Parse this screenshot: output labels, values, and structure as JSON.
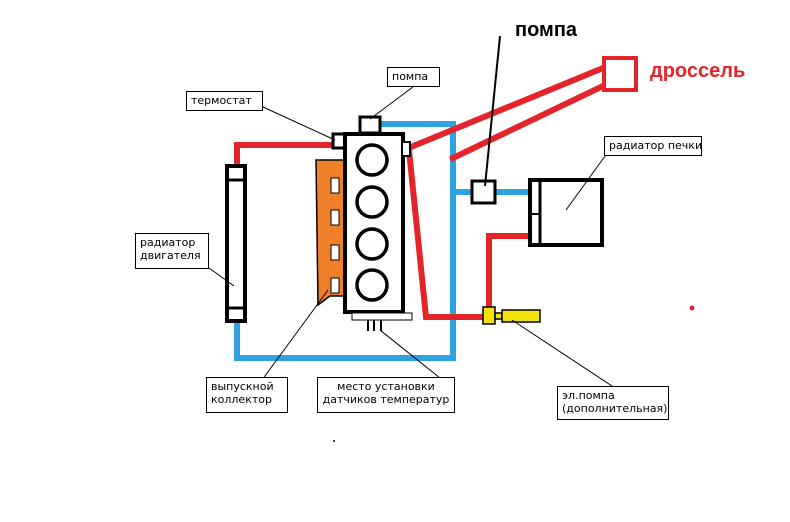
{
  "labels": {
    "pump_small": "помпа",
    "thermostat": "термостат",
    "heater_radiator": "радиатор печки",
    "engine_radiator_line1": "радиатор",
    "engine_radiator_line2": "двигателя",
    "exhaust_line1": "выпускной",
    "exhaust_line2": "коллектор",
    "sensors_line1": "место установки",
    "sensors_line2": "датчиков температур",
    "el_pump_line1": "эл.помпа",
    "el_pump_line2": "(дополнительная)",
    "pump_big": "помпа",
    "throttle": "дроссель"
  },
  "colors": {
    "coolant_hot": "#e3242b",
    "coolant_cold": "#2ea3e0",
    "exhaust": "#f07f2a",
    "aux_pump": "#f2e20c",
    "outline": "#000000",
    "throttle_text": "#e3242b"
  }
}
